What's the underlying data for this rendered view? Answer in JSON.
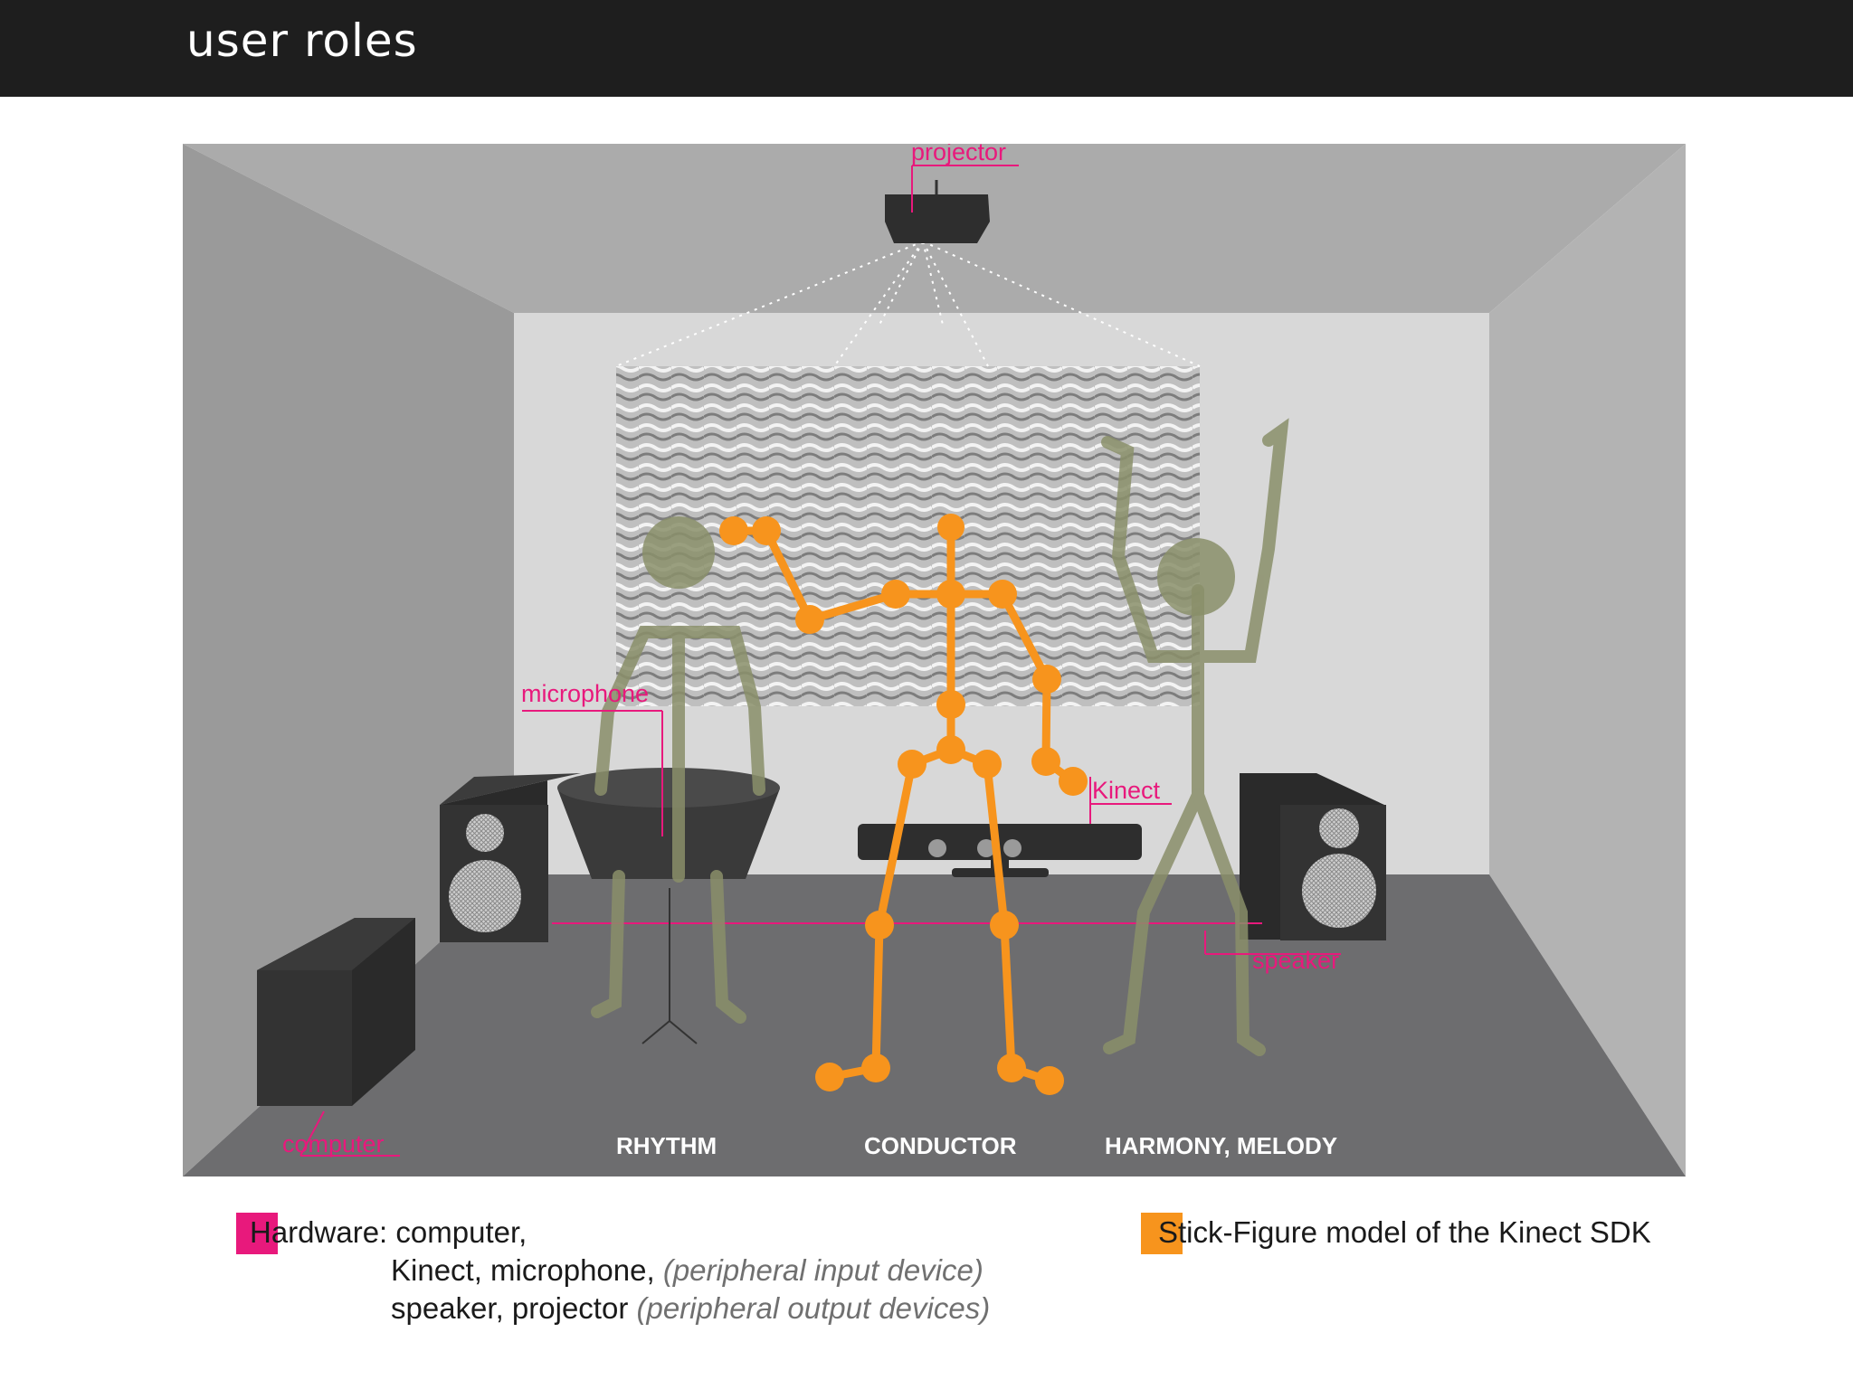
{
  "header": {
    "title": "user roles"
  },
  "callouts": {
    "projector": "projector",
    "microphone": "microphone",
    "kinect": "Kinect",
    "speaker": "speaker",
    "computer": "computer"
  },
  "roles": {
    "rhythm": "RHYTHM",
    "conductor": "CONDUCTOR",
    "harmony": "HARMONY, MELODY"
  },
  "legend": {
    "hardware": {
      "color": "#e8197c",
      "label": "Hardware:",
      "line1": "computer,",
      "line2": "Kinect, microphone,",
      "line2_note": "(peripheral input device)",
      "line3": "speaker, projector",
      "line3_note": "(peripheral output devices)"
    },
    "stick_figure": {
      "color": "#f7941d",
      "label": "Stick-Figure model of the Kinect SDK"
    }
  },
  "colors": {
    "accent_pink": "#e8197c",
    "skeleton_orange": "#f7941d",
    "figure_olive": "#8a8f6a"
  }
}
